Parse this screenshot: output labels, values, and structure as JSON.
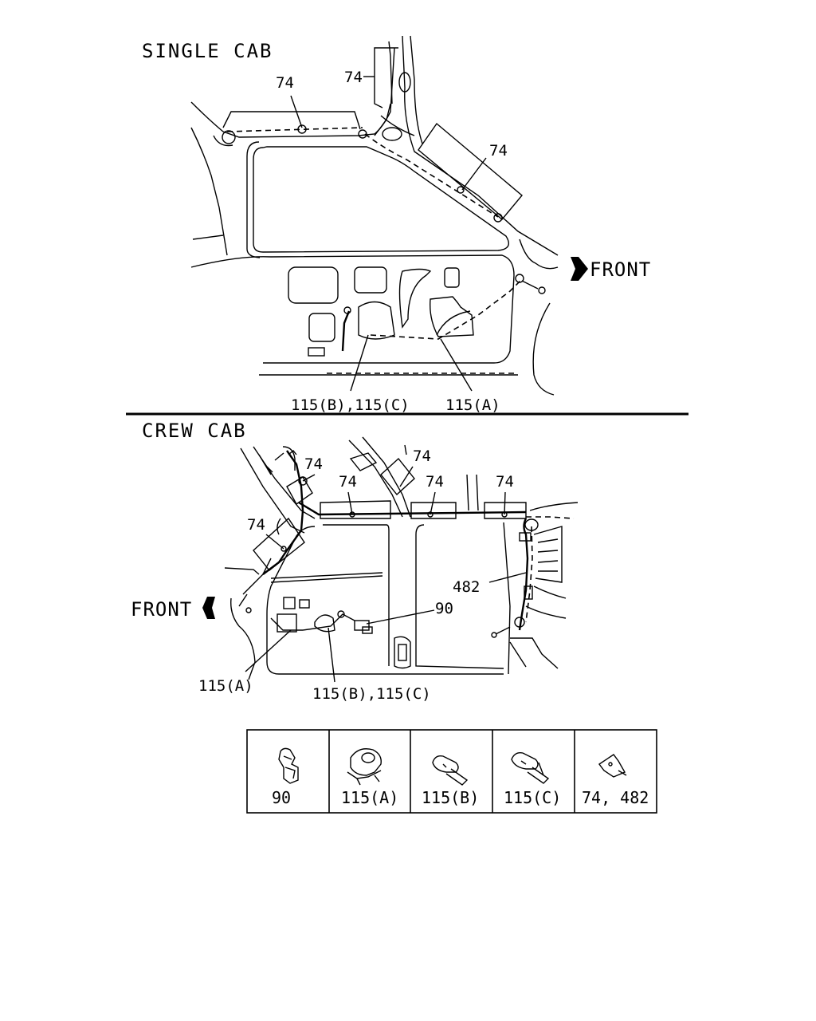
{
  "single_cab": {
    "title": "SINGLE CAB",
    "front_label": "FRONT",
    "callouts": {
      "clip_74_top": "74",
      "clip_74_pillar": "74",
      "clip_74_rear": "74",
      "clip_115bc": "115(B),115(C)",
      "clip_115a": "115(A)"
    }
  },
  "crew_cab": {
    "title": "CREW CAB",
    "front_label": "FRONT",
    "callouts": {
      "clip_74_a": "74",
      "clip_74_b": "74",
      "clip_74_c": "74",
      "clip_74_d": "74",
      "clip_74_e": "74",
      "clip_74_f": "74",
      "clip_482": "482",
      "clip_90": "90",
      "clip_115a": "115(A)",
      "clip_115bc": "115(B),115(C)"
    }
  },
  "legend": {
    "items": [
      {
        "label": "90",
        "icon": "clip-90-icon"
      },
      {
        "label": "115(A)",
        "icon": "clip-115a-icon"
      },
      {
        "label": "115(B)",
        "icon": "clip-115b-icon"
      },
      {
        "label": "115(C)",
        "icon": "clip-115c-icon"
      },
      {
        "label": "74, 482",
        "icon": "clip-74-482-icon"
      }
    ]
  }
}
